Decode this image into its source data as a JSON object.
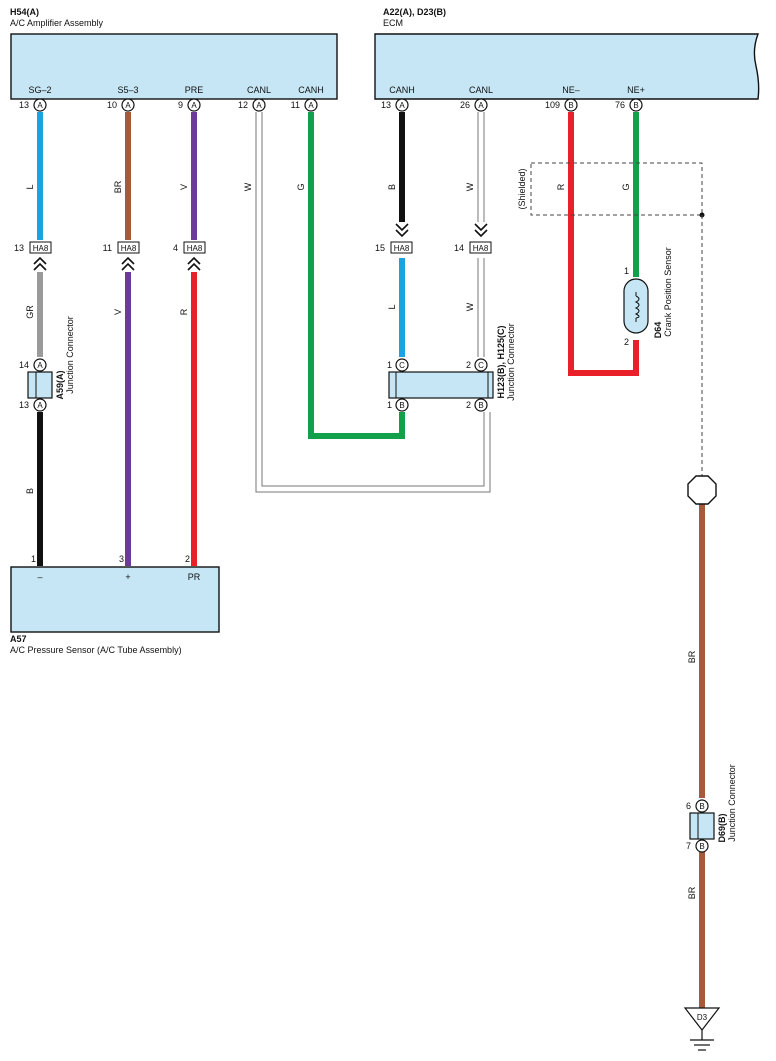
{
  "components": {
    "amp": {
      "ref": "H54(A)",
      "name": "A/C Amplifier Assembly",
      "pins": [
        "SG–2",
        "S5–3",
        "PRE",
        "CANL",
        "CANH"
      ],
      "pin_nums": [
        "13",
        "10",
        "9",
        "12",
        "11"
      ],
      "pin_letter": "A"
    },
    "ecm": {
      "ref": "A22(A), D23(B)",
      "name": "ECM",
      "pins": [
        "CANH",
        "CANL",
        "NE–",
        "NE+"
      ],
      "pin_nums": [
        "13",
        "26",
        "109",
        "76"
      ],
      "pin_letters": [
        "A",
        "A",
        "B",
        "B"
      ]
    },
    "sensor": {
      "ref": "A57",
      "name": "A/C Pressure Sensor (A/C Tube Assembly)",
      "pins": [
        "–",
        "+",
        "PR"
      ],
      "pin_nums": [
        "1",
        "3",
        "2"
      ]
    },
    "a59": {
      "ref": "A59(A)",
      "name": "Junction Connector",
      "pin_top": "14",
      "pin_bottom": "13",
      "letter": "A"
    },
    "h123": {
      "ref": "H123(B), H125(C)",
      "name": "Junction Connector",
      "pins_top": [
        "1",
        "2"
      ],
      "pins_bottom": [
        "1",
        "2"
      ],
      "letter_top": "C",
      "letter_bottom": "B"
    },
    "d64": {
      "ref": "D64",
      "name": "Crank Position Sensor",
      "pin_top": "1",
      "pin_bottom": "2"
    },
    "d69": {
      "ref": "D69(B)",
      "name": "Junction Connector",
      "pin_top": "6",
      "pin_bottom": "7",
      "letter": "B"
    },
    "ground": {
      "label": "D3"
    }
  },
  "inline_connectors": {
    "label": "HA8",
    "pins": [
      "13",
      "11",
      "4",
      "15",
      "14"
    ]
  },
  "wires": {
    "sg2_upper": "L",
    "sg2_lower": "GR",
    "sg2_bottom": "B",
    "s53_upper": "BR",
    "s53_lower": "V",
    "pre_upper": "V",
    "pre_lower": "R",
    "amp_canl": "W",
    "amp_canh": "G",
    "ecm_canh_upper": "B",
    "ecm_canh_lower": "L",
    "ecm_canl_upper": "W",
    "ecm_canl_lower": "W",
    "ne_minus": "R",
    "ne_plus": "G",
    "ground_upper": "BR",
    "ground_lower": "BR"
  },
  "shield_label": "(Shielded)",
  "colors": {
    "component_fill": "#c6e6f5",
    "wire_L": "#1aa3e0",
    "wire_GR": "#9a9a9a",
    "wire_B": "#111111",
    "wire_BR": "#a65a3a",
    "wire_V": "#6b3a9a",
    "wire_R": "#e8202a",
    "wire_G": "#12a04a",
    "wire_W": "#ffffff"
  }
}
